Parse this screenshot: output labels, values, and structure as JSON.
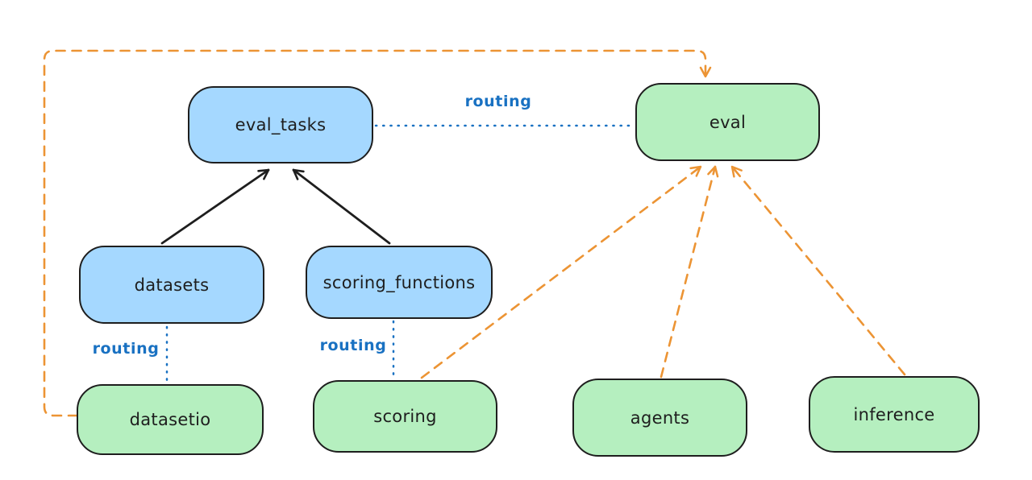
{
  "diagram": {
    "background": "#ffffff",
    "colors": {
      "node_stroke": "#1e1e1e",
      "blue_node_fill": "#a5d8ff",
      "green_node_fill": "#b5efbf",
      "routing_blue": "#1971c2",
      "orange_dash": "#ec9434",
      "black_arrow": "#1e1e1e"
    },
    "nodes": [
      {
        "id": "eval_tasks",
        "label": "eval_tasks",
        "color": "blue"
      },
      {
        "id": "eval",
        "label": "eval",
        "color": "green"
      },
      {
        "id": "datasets",
        "label": "datasets",
        "color": "blue"
      },
      {
        "id": "scoring_functions",
        "label": "scoring_functions",
        "color": "blue"
      },
      {
        "id": "datasetio",
        "label": "datasetio",
        "color": "green"
      },
      {
        "id": "scoring",
        "label": "scoring",
        "color": "green"
      },
      {
        "id": "agents",
        "label": "agents",
        "color": "green"
      },
      {
        "id": "inference",
        "label": "inference",
        "color": "green"
      }
    ],
    "edges": [
      {
        "from": "eval_tasks",
        "to": "eval",
        "style": "dotted-blue",
        "label": "routing"
      },
      {
        "from": "datasets",
        "to": "eval_tasks",
        "style": "solid-black-arrow",
        "label": ""
      },
      {
        "from": "scoring_functions",
        "to": "eval_tasks",
        "style": "solid-black-arrow",
        "label": ""
      },
      {
        "from": "datasets",
        "to": "datasetio",
        "style": "dotted-blue",
        "label": "routing"
      },
      {
        "from": "scoring_functions",
        "to": "scoring",
        "style": "dotted-blue",
        "label": "routing"
      },
      {
        "from": "datasetio",
        "to": "eval",
        "style": "dashed-orange-arrow",
        "label": ""
      },
      {
        "from": "scoring",
        "to": "eval",
        "style": "dashed-orange-arrow",
        "label": ""
      },
      {
        "from": "agents",
        "to": "eval",
        "style": "dashed-orange-arrow",
        "label": ""
      },
      {
        "from": "inference",
        "to": "eval",
        "style": "dashed-orange-arrow",
        "label": ""
      }
    ]
  }
}
